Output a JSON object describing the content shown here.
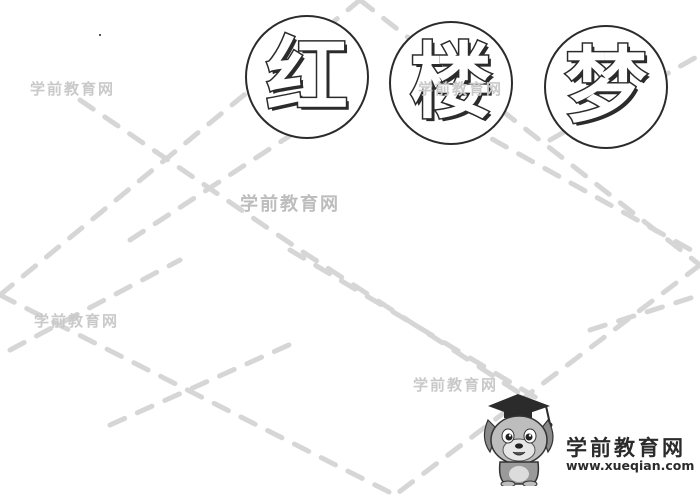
{
  "title": {
    "chars": [
      "红",
      "楼",
      "梦"
    ]
  },
  "watermarks": [
    "学前教育网",
    "学前教育网",
    "学前教育网",
    "学前教育网",
    "学前教育网"
  ],
  "logo": {
    "name": "学前教育网",
    "url": "www.xueqian.com"
  },
  "colors": {
    "line": "#2b2b2b",
    "dash": "#d4d4d4",
    "watermark": "#c9c9c9"
  }
}
